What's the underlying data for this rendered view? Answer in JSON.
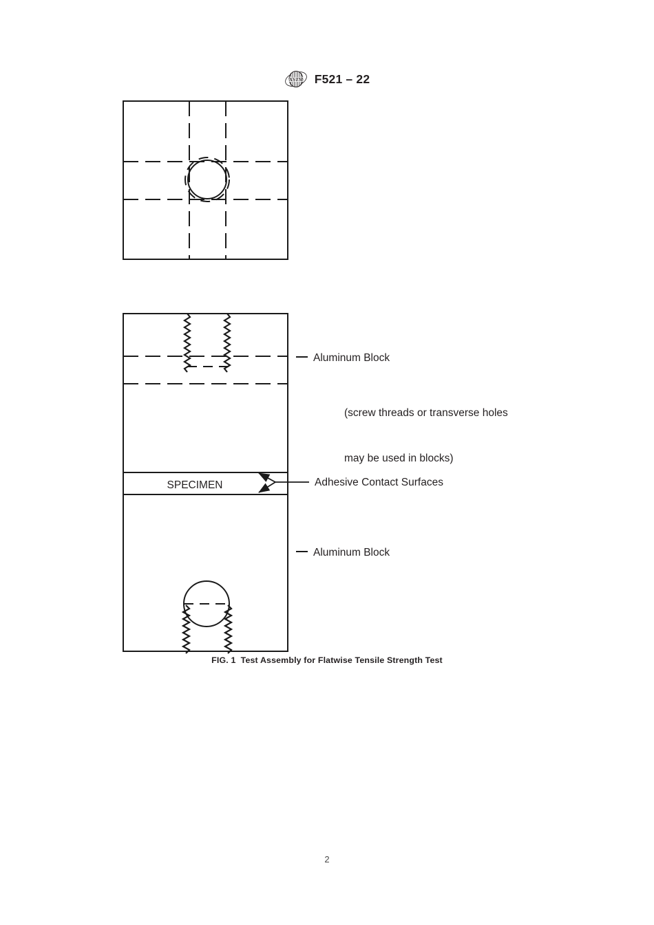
{
  "header": {
    "logo_icon": "astm-logo-icon",
    "standard_designation": "F521 – 22"
  },
  "figure": {
    "caption": "FIG. 1  Test Assembly for Flatwise Tensile Strength Test",
    "top_view": {
      "description": "Top view of aluminum block with centered threaded hole",
      "block_outline": "square",
      "hole_style": "solid circle with dashed thread circle",
      "centerlines": "dashed horizontal and vertical"
    },
    "side_view": {
      "specimen_label": "SPECIMEN",
      "upper_block_feature": "screw-thread hole drawn with zigzag lines",
      "lower_block_feature": "transverse hole drawn as circle with dashed centerline"
    },
    "annotations": {
      "aluminum_block_top": "Aluminum Block",
      "note_line_1": "(screw threads or transverse holes",
      "note_line_2": "may be used in blocks)",
      "adhesive_contact_surfaces": "Adhesive Contact Surfaces",
      "aluminum_block_bottom": "Aluminum Block"
    }
  },
  "footer": {
    "page_number": "2"
  },
  "colors": {
    "ink": "#231f20",
    "line": "#1a1a1a",
    "page_background": "#ffffff"
  }
}
